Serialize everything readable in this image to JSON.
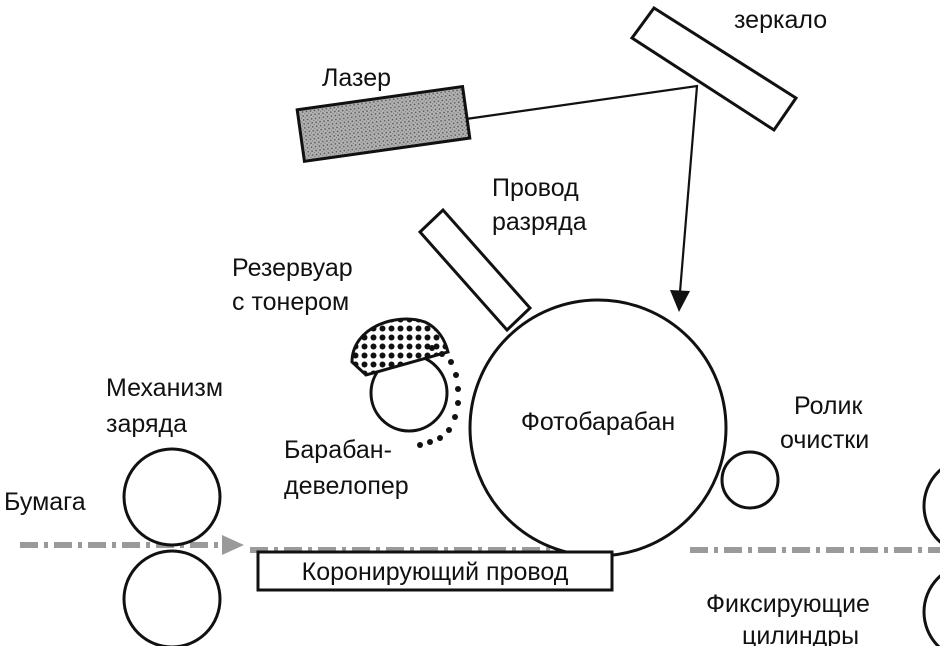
{
  "labels": {
    "mirror": "зеркало",
    "laser": "Лазер",
    "discharge_wire_1": "Провод",
    "discharge_wire_2": "разряда",
    "toner_tank_1": "Резервуар",
    "toner_tank_2": "с тонером",
    "charge_mechanism_1": "Механизм",
    "charge_mechanism_2": "заряда",
    "paper": "Бумага",
    "developer_drum_1": "Барабан-",
    "developer_drum_2": "девелопер",
    "photo_drum": "Фотобарабан",
    "cleaning_roller_1": "Ролик",
    "cleaning_roller_2": "очистки",
    "corona_wire": "Коронирующий провод",
    "fuser_1": "Фиксирующие",
    "fuser_2": "цилиндры"
  },
  "colors": {
    "ink": "#111111",
    "laser_fill": "#a8a8a8",
    "paper_path": "#9a9a9a",
    "background": "#ffffff"
  }
}
